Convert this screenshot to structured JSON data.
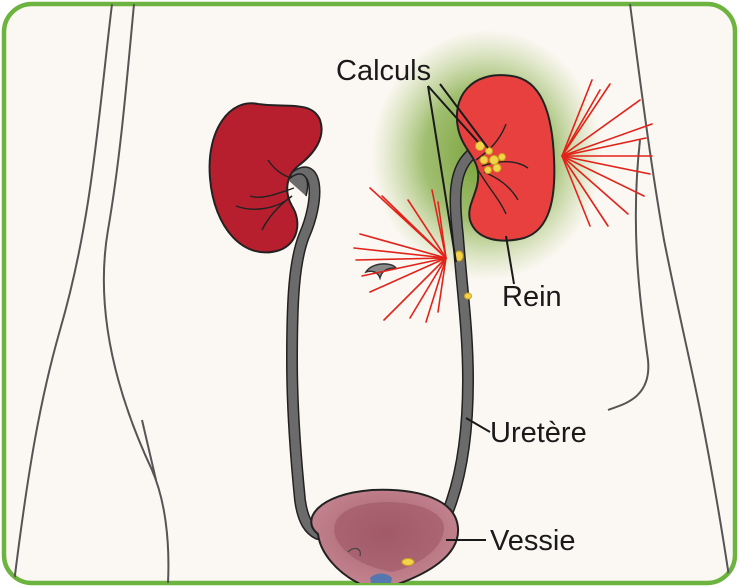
{
  "labels": {
    "calculs": "Calculs",
    "rein": "Rein",
    "uretere": "Uretère",
    "vessie": "Vessie"
  },
  "colors": {
    "frame": "#6db33f",
    "background": "#fbf7f2",
    "healthy_kidney": "#b81f2e",
    "affected_kidney": "#e8403f",
    "ureter": "#6b6b6b",
    "stone": "#f3d34a",
    "pain_rays": "#e2231a",
    "inflammation_glow": "#6d9a2a",
    "bladder": "#b7727f"
  }
}
